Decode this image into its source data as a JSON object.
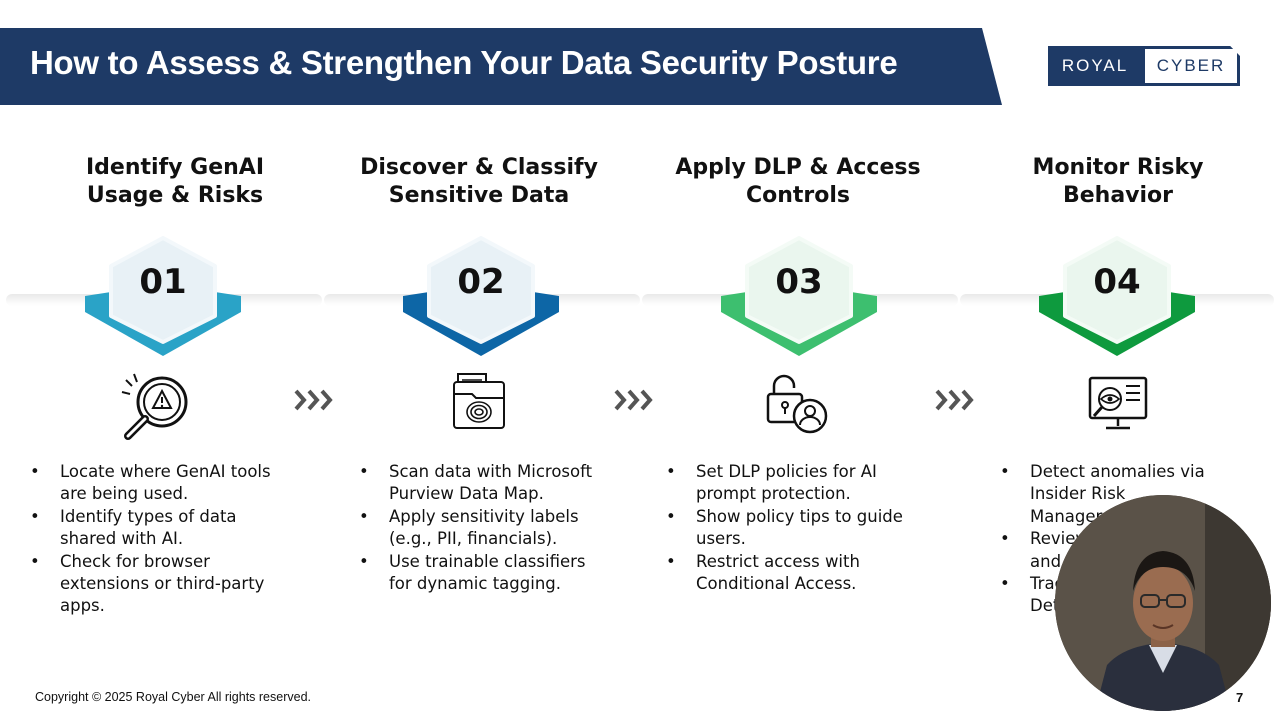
{
  "header": {
    "title": "How to Assess & Strengthen Your Data Security Posture",
    "banner_color": "#1e3a66"
  },
  "logo": {
    "left_text": "ROYAL",
    "right_text": "CYBER"
  },
  "steps": [
    {
      "title_line1": "Identify GenAI",
      "title_line2": "Usage & Risks",
      "number": "01",
      "color": "#2aa3c7",
      "icon": "search-warning-icon",
      "bullets": [
        [
          "Locate where GenAI tools",
          "are being used."
        ],
        [
          "Identify types of data",
          "shared with AI."
        ],
        [
          "Check for browser",
          "extensions or third-party",
          "apps."
        ]
      ]
    },
    {
      "title_line1": "Discover & Classify",
      "title_line2": "Sensitive Data",
      "number": "02",
      "color": "#0d66a6",
      "icon": "fingerprint-folder-icon",
      "bullets": [
        [
          "Scan data with Microsoft",
          "Purview Data Map."
        ],
        [
          "Apply sensitivity labels",
          "(e.g., PII, financials)."
        ],
        [
          "Use trainable classifiers",
          "for dynamic tagging."
        ]
      ]
    },
    {
      "title_line1": "Apply DLP & Access",
      "title_line2": "Controls",
      "number": "03",
      "color": "#3dbf6f",
      "icon": "lock-user-icon",
      "bullets": [
        [
          "Set DLP policies for AI",
          "prompt protection."
        ],
        [
          "Show policy tips to guide",
          "users."
        ],
        [
          "Restrict access with",
          "Conditional Access."
        ]
      ]
    },
    {
      "title_line1": "Monitor Risky",
      "title_line2": "Behavior",
      "number": "04",
      "color": "#0e9a3e",
      "icon": "monitor-eye-icon",
      "bullets": [
        [
          "Detect anomalies via",
          "Insider Risk",
          "Manager"
        ],
        [
          "Review",
          "and"
        ],
        [
          "Trac",
          "Det"
        ]
      ]
    }
  ],
  "footer": {
    "copyright": "Copyright © 2025 Royal Cyber  All rights reserved.",
    "page_number": "7"
  }
}
